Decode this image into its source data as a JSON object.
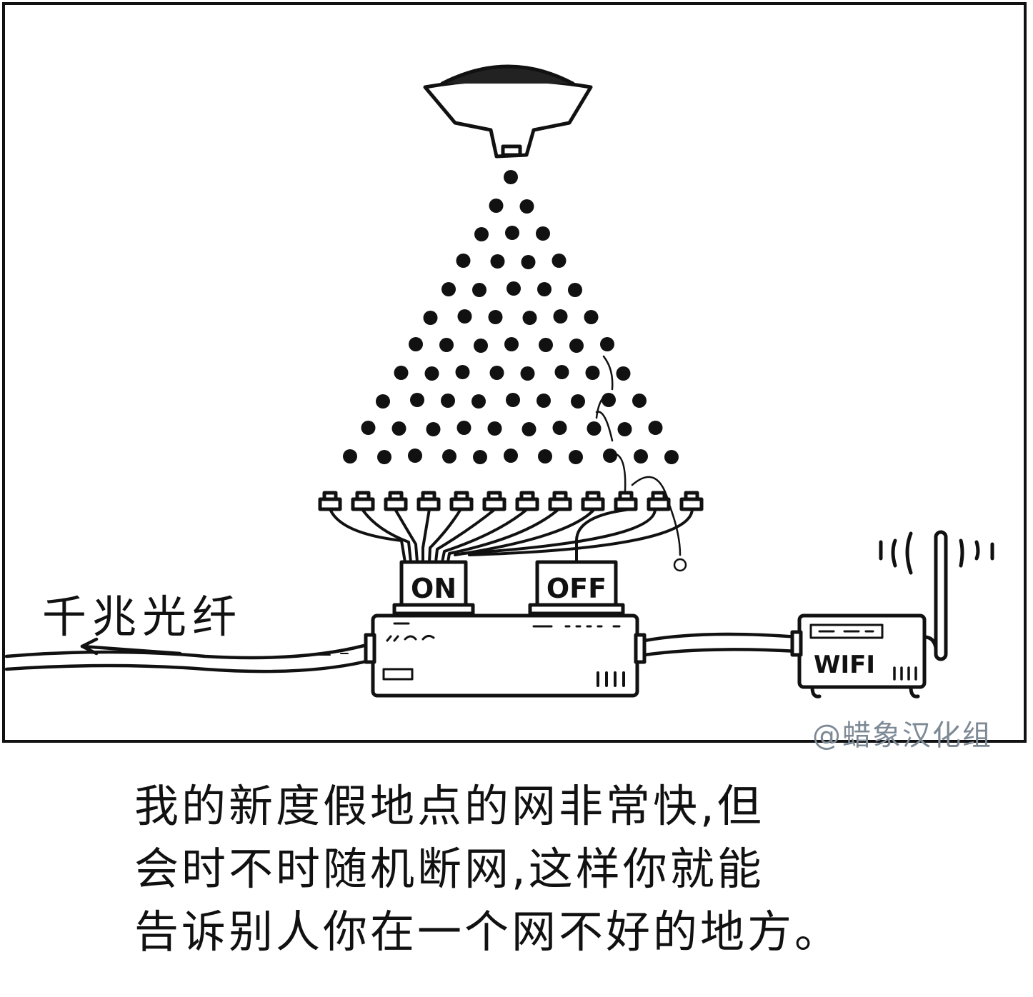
{
  "comic": {
    "labels": {
      "fiber": "千兆光纤",
      "on_switch": "ON",
      "off_switch": "OFF",
      "router": "WIFI",
      "credit": "@蜡象汉化组"
    },
    "caption_lines": [
      "我的新度假地点的网非常快,但",
      "会时不时随机断网,这样你就能",
      "告诉别人你在一个网不好的地方。"
    ],
    "colors": {
      "ink": "#111111",
      "credit": "#7d8a96",
      "background": "#ffffff"
    }
  }
}
